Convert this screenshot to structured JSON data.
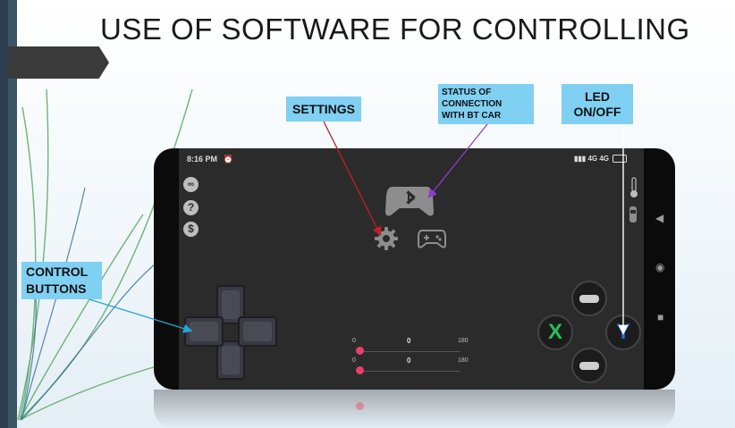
{
  "slide": {
    "title": "USE OF SOFTWARE FOR CONTROLLING"
  },
  "callouts": {
    "settings": "SETTINGS",
    "status": "STATUS OF\nCONNECTION\nWITH BT CAR",
    "led": "LED\nON/OFF",
    "control": "CONTROL\nBUTTONS"
  },
  "phone": {
    "status_time": "8:16 PM",
    "status_network": "4G 4G",
    "side_icons": [
      "arduino-icon",
      "help-icon",
      "dollar-icon"
    ],
    "center_icons": [
      "bluetooth-gamepad-icon",
      "settings-gear-icon",
      "gamepad-icon"
    ],
    "right_icons": [
      "thermometer-icon",
      "car-light-icon"
    ],
    "nav_icons": [
      "back-triangle-icon",
      "home-circle-icon",
      "recents-square-icon"
    ]
  },
  "controls": {
    "buttons": [
      {
        "label": "X",
        "color": "#22c35a"
      },
      {
        "label": "Y",
        "color": "#2b6ad8"
      }
    ],
    "sliders": [
      {
        "min": "0",
        "value": "0",
        "max": "180"
      },
      {
        "min": "0",
        "value": "0",
        "max": "180"
      }
    ]
  },
  "colors": {
    "callout_bg": "#7fd0f3",
    "arrow_settings": "#c0202a",
    "arrow_status": "#8a3fc9",
    "arrow_control": "#1fa6d8",
    "arrow_led": "#ffffff",
    "slider_dot": "#e8406a"
  }
}
